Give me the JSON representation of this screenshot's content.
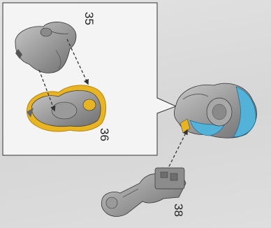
{
  "labels": {
    "step_35": "35",
    "step_36": "36",
    "step_38": "38"
  },
  "colors": {
    "callout_bg": "#f4f4f4",
    "adhesive": "#e8b422",
    "highlight": "#52b2d8",
    "part_gray": "#9a9a9a",
    "arrow": "#333333"
  },
  "icons": [
    "dashed-arrow-icon",
    "dashed-arrow-icon",
    "dashed-arrow-icon"
  ]
}
